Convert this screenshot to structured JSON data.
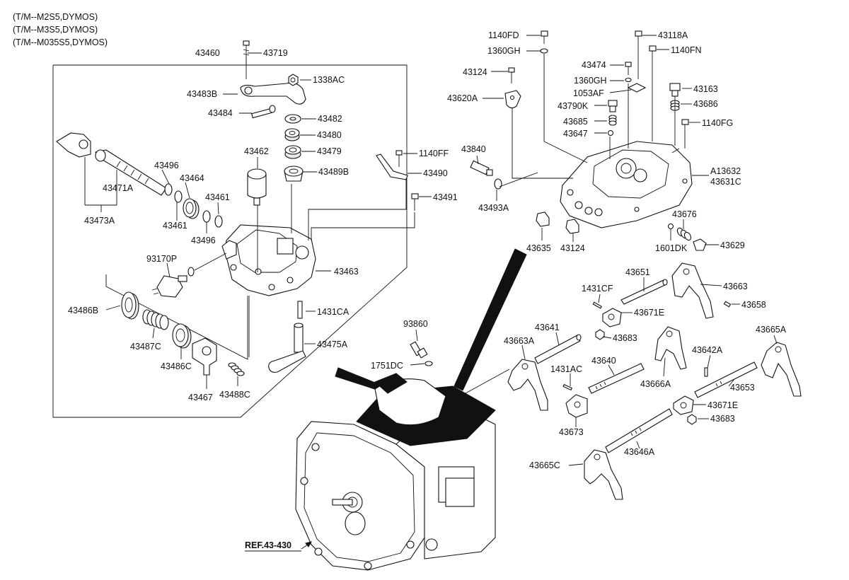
{
  "header_lines": [
    "(T/M--M2S5,DYMOS)",
    "(T/M--M3S5,DYMOS)",
    "(T/M--M035S5,DYMOS)"
  ],
  "reference": "REF.43-430",
  "parts": {
    "p43460": "43460",
    "p43719": "43719",
    "p1338AC": "1338AC",
    "p43483B": "43483B",
    "p43484": "43484",
    "p43482": "43482",
    "p43480": "43480",
    "p43479": "43479",
    "p43489B": "43489B",
    "p43462": "43462",
    "p43496a": "43496",
    "p43464": "43464",
    "p43471A": "43471A",
    "p43473A": "43473A",
    "p43461a": "43461",
    "p43461b": "43461",
    "p43496b": "43496",
    "p93170P": "93170P",
    "p43463": "43463",
    "p43486B": "43486B",
    "p43487C": "43487C",
    "p43486C": "43486C",
    "p43467": "43467",
    "p43488C": "43488C",
    "p1431CA": "1431CA",
    "p43475A": "43475A",
    "p1140FF": "1140FF",
    "p43490": "43490",
    "p43491": "43491",
    "p43840": "43840",
    "p43493A": "43493A",
    "p43620A": "43620A",
    "p43124a": "43124",
    "p1360GHa": "1360GH",
    "p1140FD": "1140FD",
    "p43118A": "43118A",
    "p1140FN": "1140FN",
    "p43474": "43474",
    "p1360GHb": "1360GH",
    "p1053AF": "1053AF",
    "p43163": "43163",
    "p43790K": "43790K",
    "p43686": "43686",
    "p43685": "43685",
    "p43647": "43647",
    "p1140FG": "1140FG",
    "pA13632": "A13632",
    "p43631C": "43631C",
    "p43635": "43635",
    "p43124b": "43124",
    "p43676": "43676",
    "p1601DK": "1601DK",
    "p43629": "43629",
    "p43651": "43651",
    "p43663": "43663",
    "p1431CF": "1431CF",
    "p43671Ea": "43671E",
    "p43658": "43658",
    "p93860": "93860",
    "p43641": "43641",
    "p43683a": "43683",
    "p43663A": "43663A",
    "p1751DC": "1751DC",
    "p1431AC": "1431AC",
    "p43640": "43640",
    "p43665A": "43665A",
    "p43642A": "43642A",
    "p43666A": "43666A",
    "p43653": "43653",
    "p43671Eb": "43671E",
    "p43673": "43673",
    "p43683b": "43683",
    "p43646A": "43646A",
    "p43665C": "43665C"
  }
}
